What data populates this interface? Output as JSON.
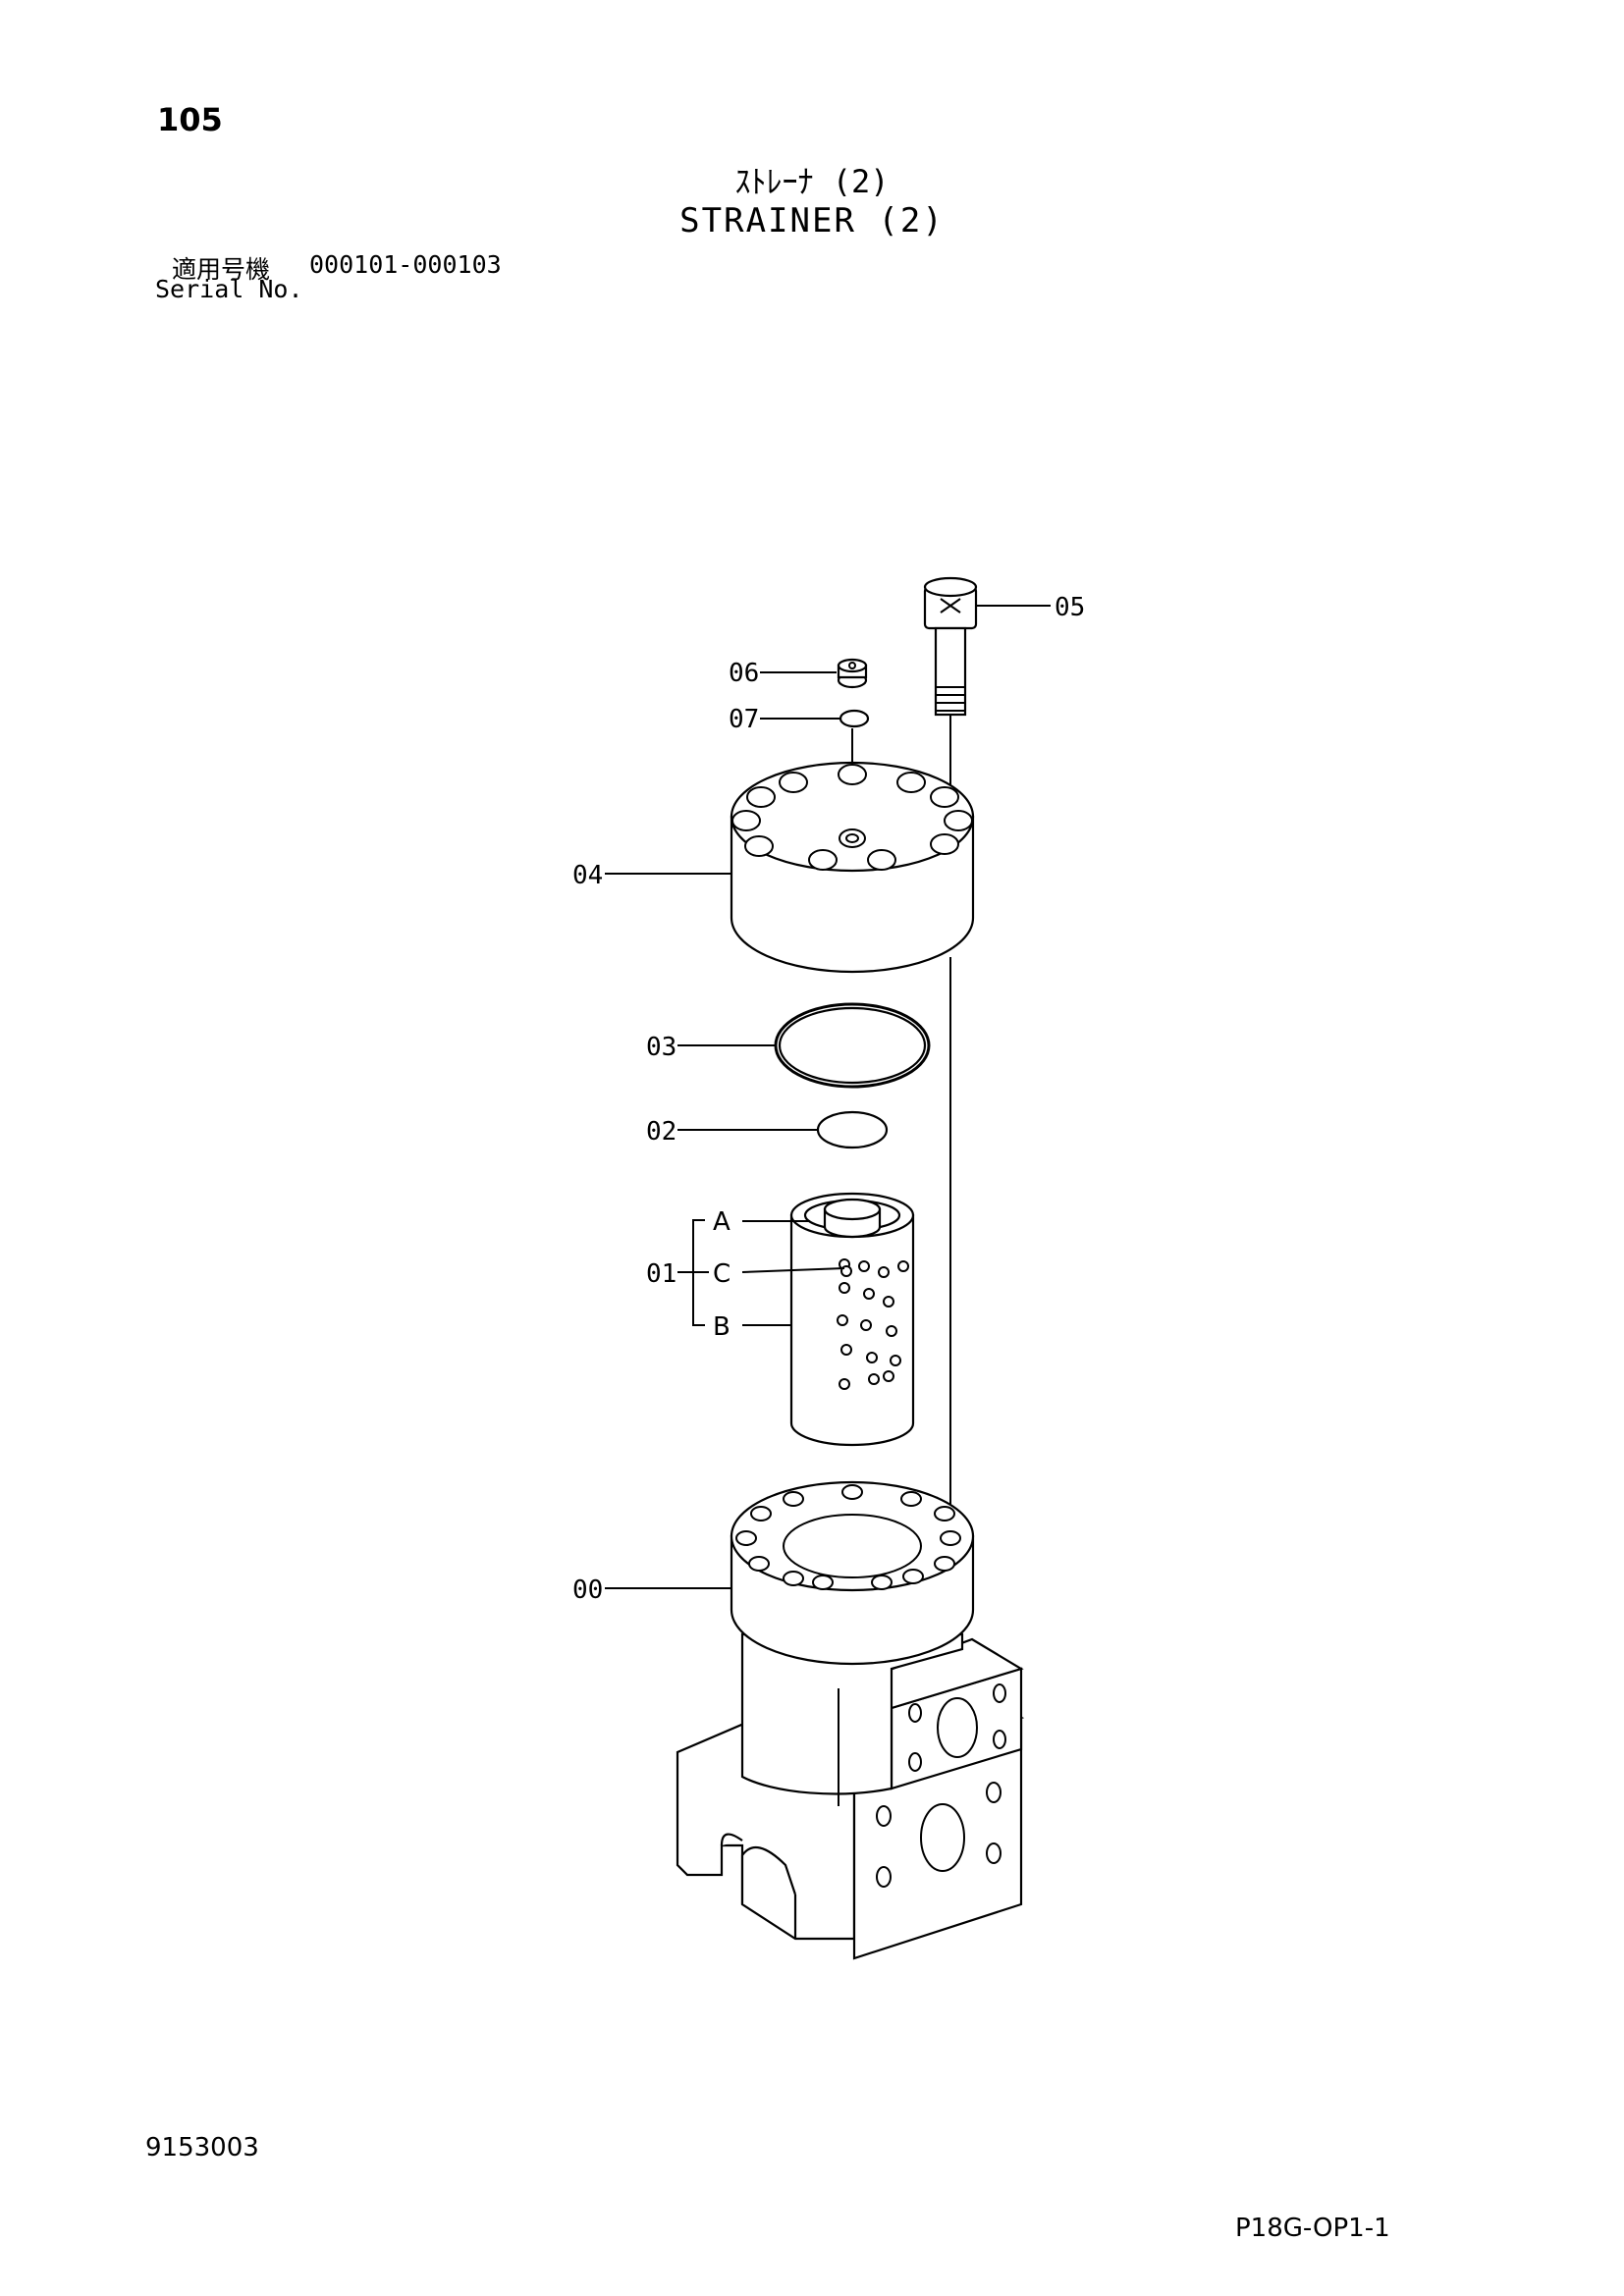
{
  "header": {
    "page_number": "105",
    "title_ja": "ｽﾄﾚｰﾅ (2)",
    "title_en": "STRAINER (2)",
    "serial_label_ja": "適用号機",
    "serial_range": "000101-000103",
    "serial_label_en": "Serial No."
  },
  "callouts": {
    "c00": "00",
    "c01": "01",
    "c02": "02",
    "c03": "03",
    "c04": "04",
    "c05": "05",
    "c06": "06",
    "c07": "07",
    "sub_a": "A",
    "sub_b": "B",
    "sub_c": "C"
  },
  "footer": {
    "doc_number": "9153003",
    "sheet_code": "P18G-OP1-1"
  }
}
